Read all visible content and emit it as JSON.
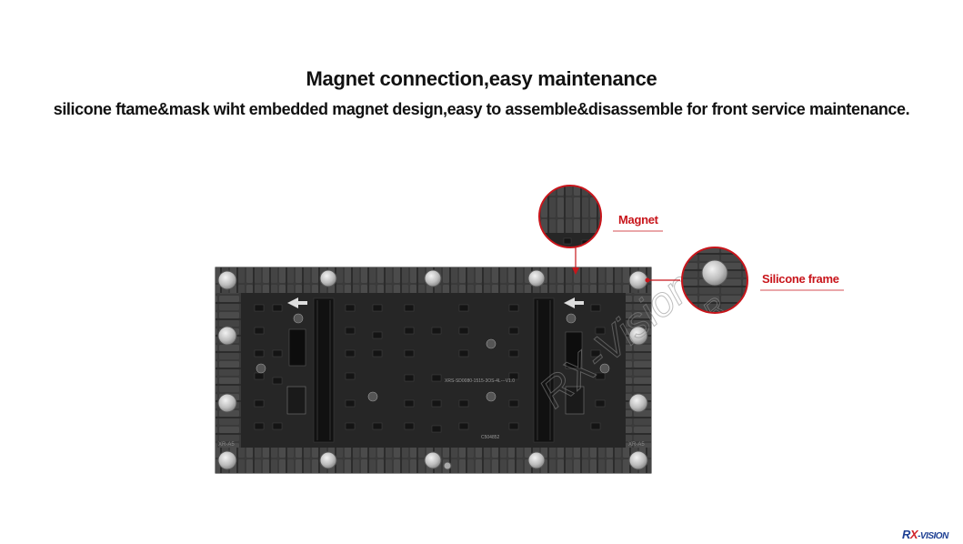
{
  "heading": {
    "title": "Magnet connection,easy maintenance",
    "subtitle": "silicone ftame&mask wiht embedded magnet design,easy to assemble&disassemble for front service maintenance."
  },
  "callouts": {
    "magnet": "Magnet",
    "silicone_frame": "Silicone frame"
  },
  "pcb": {
    "model_text": "XRS-SD0080-1515-3OS-4L---V1.0",
    "code_text": "C504852",
    "frame_mark": "XR-A5"
  },
  "watermark": "RX-Vision",
  "brand": {
    "r": "R",
    "x": "X",
    "rest": "-VISION"
  },
  "colors": {
    "callout_red": "#c8151b",
    "brand_blue": "#1d3f93",
    "brand_red": "#d0232a",
    "frame_dark": "#2f2f2f",
    "board_dark": "#232323"
  }
}
